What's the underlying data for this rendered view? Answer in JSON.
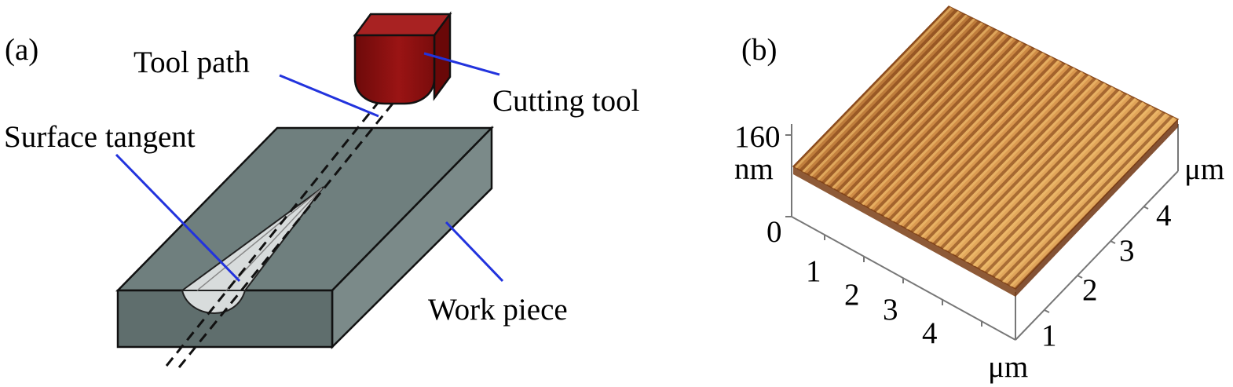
{
  "panel_a": {
    "panel_label": "(a)",
    "labels": {
      "tool_path": "Tool path",
      "cutting_tool": "Cutting tool",
      "surface_tangent": "Surface tangent",
      "work_piece": "Work piece"
    },
    "colors": {
      "tool": "#8e1010",
      "tool_top": "#a82222",
      "tool_side": "#6a0808",
      "workpiece_top": "#6f7f7e",
      "workpiece_front": "#5f6e6d",
      "workpiece_side": "#7b8a89",
      "groove": "#d8dcdc",
      "leader": "#2233dd"
    },
    "icons": [
      "cutting-tool",
      "workpiece-block",
      "tool-path-dashed"
    ]
  },
  "panel_b": {
    "panel_label": "(b)",
    "z_axis": {
      "top_label": "160",
      "unit": "nm",
      "bottom_label": "0"
    },
    "x_axis": {
      "ticks": [
        "1",
        "2",
        "3",
        "4"
      ],
      "unit": "μm"
    },
    "y_axis": {
      "ticks": [
        "1",
        "2",
        "3",
        "4"
      ],
      "unit": "μm"
    },
    "colors": {
      "surface_dark": "#7a3d14",
      "surface_mid": "#c0782e",
      "surface_light": "#f0c070",
      "axis": "#777777"
    }
  }
}
